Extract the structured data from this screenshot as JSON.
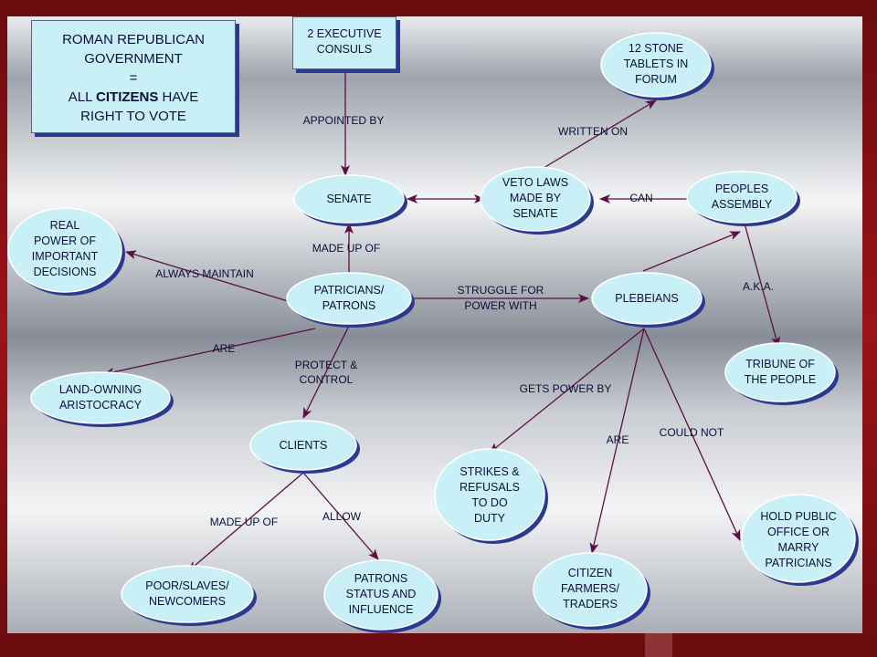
{
  "title_box": {
    "line1": "ROMAN REPUBLICAN",
    "line2": "GOVERNMENT",
    "line3": "=",
    "line4_pre": "ALL ",
    "line4_bold": "CITIZENS",
    "line4_post": " HAVE",
    "line5": "RIGHT TO VOTE"
  },
  "exec_box": {
    "line1": "2 EXECUTIVE",
    "line2": "CONSULS"
  },
  "nodes": {
    "tablets": [
      "12 STONE",
      "TABLETS IN",
      "FORUM"
    ],
    "senate": [
      "SENATE"
    ],
    "veto": [
      "VETO LAWS",
      "MADE BY",
      "SENATE"
    ],
    "assembly": [
      "PEOPLES",
      "ASSEMBLY"
    ],
    "real_power": [
      "REAL",
      "POWER OF",
      "IMPORTANT",
      "DECISIONS"
    ],
    "patricians": [
      "PATRICIANS/",
      "PATRONS"
    ],
    "plebeians": [
      "PLEBEIANS"
    ],
    "tribune": [
      "TRIBUNE OF",
      "THE PEOPLE"
    ],
    "landowning": [
      "LAND-OWNING",
      "ARISTOCRACY"
    ],
    "clients": [
      "CLIENTS"
    ],
    "strikes": [
      "STRIKES &",
      "REFUSALS",
      "TO DO",
      "DUTY"
    ],
    "hold_office": [
      "HOLD PUBLIC",
      "OFFICE OR",
      "MARRY",
      "PATRICIANS"
    ],
    "poor": [
      "POOR/SLAVES/",
      "NEWCOMERS"
    ],
    "patrons_status": [
      "PATRONS",
      "STATUS AND",
      "INFLUENCE"
    ],
    "citizen": [
      "CITIZEN",
      "FARMERS/",
      "TRADERS"
    ]
  },
  "links": {
    "appointed_by": "APPOINTED BY",
    "written_on": "WRITTEN ON",
    "can": "CAN",
    "made_up_of_1": "MADE UP OF",
    "always_maintain": "ALWAYS MAINTAIN",
    "struggle": [
      "STRUGGLE FOR",
      "POWER WITH"
    ],
    "aka": "A.K.A.",
    "are_1": "ARE",
    "protect": [
      "PROTECT &",
      "CONTROL"
    ],
    "gets_power_by": "GETS POWER BY",
    "are_2": "ARE",
    "could_not": "COULD NOT",
    "made_up_of_2": "MADE UP OF",
    "allow": "ALLOW"
  },
  "colors": {
    "node_fill": "#c9f0f7",
    "node_shadow": "#2b3a8f",
    "arrow": "#5a0f47",
    "text": "#0b0f3a",
    "frame": "#8a0f12"
  }
}
